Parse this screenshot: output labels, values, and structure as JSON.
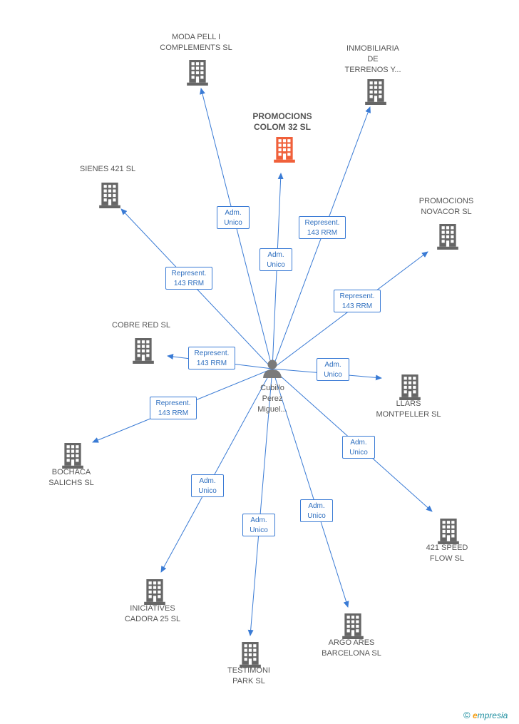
{
  "center": {
    "label_lines": [
      "Cubillo",
      "Perez",
      "Miguel..."
    ]
  },
  "main_company": {
    "label_lines": [
      "PROMOCIONS",
      "COLOM 32 SL"
    ]
  },
  "companies": [
    {
      "id": "moda",
      "label_lines": [
        "MODA PELL I",
        "COMPLEMENTS SL"
      ]
    },
    {
      "id": "inmob",
      "label_lines": [
        "INMOBILIARIA",
        "DE",
        "TERRENOS Y..."
      ]
    },
    {
      "id": "sienes",
      "label_lines": [
        "SIENES 421 SL"
      ]
    },
    {
      "id": "novacor",
      "label_lines": [
        "PROMOCIONS",
        "NOVACOR SL"
      ]
    },
    {
      "id": "cobre",
      "label_lines": [
        "COBRE RED SL"
      ]
    },
    {
      "id": "llars",
      "label_lines": [
        "LLARS",
        "MONTPELLER SL"
      ]
    },
    {
      "id": "bochaca",
      "label_lines": [
        "BOCHACA",
        "SALICHS SL"
      ]
    },
    {
      "id": "speed",
      "label_lines": [
        "421 SPEED",
        "FLOW SL"
      ]
    },
    {
      "id": "iniciatives",
      "label_lines": [
        "INICIATIVES",
        "CADORA 25 SL"
      ]
    },
    {
      "id": "argo",
      "label_lines": [
        "ARGO ARES",
        "BARCELONA SL"
      ]
    },
    {
      "id": "testimoni",
      "label_lines": [
        "TESTIMONI",
        "PARK SL"
      ]
    }
  ],
  "relations": [
    {
      "target": "main",
      "label_lines": [
        "Adm.",
        "Unico"
      ]
    },
    {
      "target": "moda",
      "label_lines": [
        "Adm.",
        "Unico"
      ]
    },
    {
      "target": "inmob",
      "label_lines": [
        "Represent.",
        "143 RRM"
      ]
    },
    {
      "target": "sienes",
      "label_lines": [
        "Represent.",
        "143 RRM"
      ]
    },
    {
      "target": "novacor",
      "label_lines": [
        "Represent.",
        "143 RRM"
      ]
    },
    {
      "target": "cobre",
      "label_lines": [
        "Represent.",
        "143 RRM"
      ]
    },
    {
      "target": "llars",
      "label_lines": [
        "Adm.",
        "Unico"
      ]
    },
    {
      "target": "bochaca",
      "label_lines": [
        "Represent.",
        "143 RRM"
      ]
    },
    {
      "target": "speed",
      "label_lines": [
        "Adm.",
        "Unico"
      ]
    },
    {
      "target": "iniciatives",
      "label_lines": [
        "Adm.",
        "Unico"
      ]
    },
    {
      "target": "argo",
      "label_lines": [
        "Adm.",
        "Unico"
      ]
    },
    {
      "target": "testimoni",
      "label_lines": [
        "Adm.",
        "Unico"
      ]
    }
  ],
  "colors": {
    "main_building": "#f0603a",
    "building": "#666666",
    "edge": "#3a7bd5",
    "label_text": "#2f6fbf"
  },
  "icons": {
    "company": "building-icon",
    "person": "person-icon"
  },
  "footer": {
    "copyright": "©",
    "brand_first": "e",
    "brand_rest": "mpresia"
  }
}
